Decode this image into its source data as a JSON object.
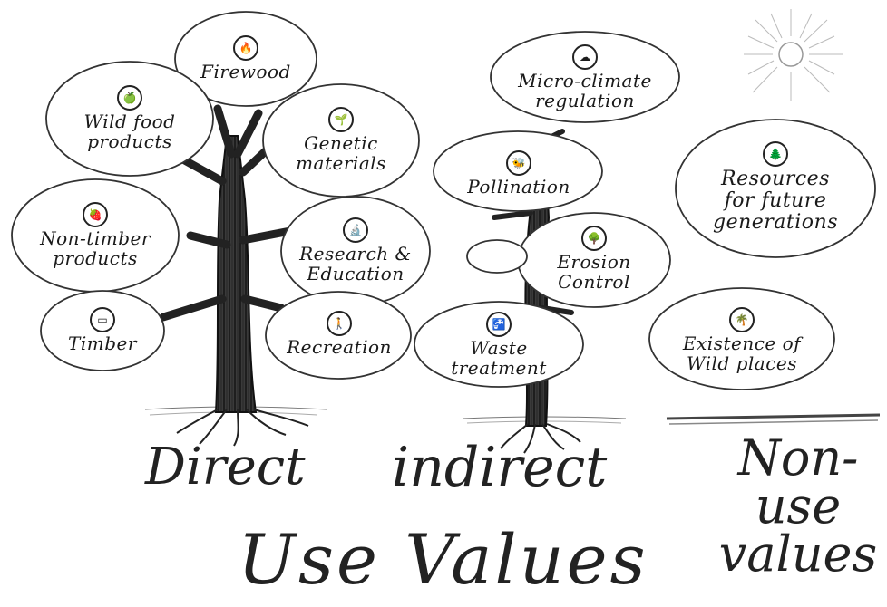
{
  "tree_direct": [
    {
      "label": "Firewood",
      "icon": "campfire-icon"
    },
    {
      "label": "Wild food\nproducts",
      "icon": "wild-food-icon"
    },
    {
      "label": "Genetic\nmaterials",
      "icon": "seed-icon"
    },
    {
      "label": "Non-timber\nproducts",
      "icon": "berry-icon"
    },
    {
      "label": "Research &\nEducation",
      "icon": "microscope-icon"
    },
    {
      "label": "Timber",
      "icon": "log-icon"
    },
    {
      "label": "Recreation",
      "icon": "hiker-icon"
    }
  ],
  "tree_indirect": [
    {
      "label": "Micro-climate\nregulation",
      "icon": "cloud-icon"
    },
    {
      "label": "Pollination",
      "icon": "bee-icon"
    },
    {
      "label": "Erosion\nControl",
      "icon": "roots-icon"
    },
    {
      "label": "Waste\ntreatment",
      "icon": "water-treatment-icon"
    }
  ],
  "non_use": [
    {
      "label": "Resources\nfor future\ngenerations",
      "icon": "family-tree-icon"
    },
    {
      "label": "Existence of\nWild places",
      "icon": "forest-icon"
    }
  ],
  "categories": {
    "direct": "Direct",
    "indirect": "indirect",
    "use_values": "Use Values",
    "non_use": "Non-\nuse\nvalues"
  }
}
